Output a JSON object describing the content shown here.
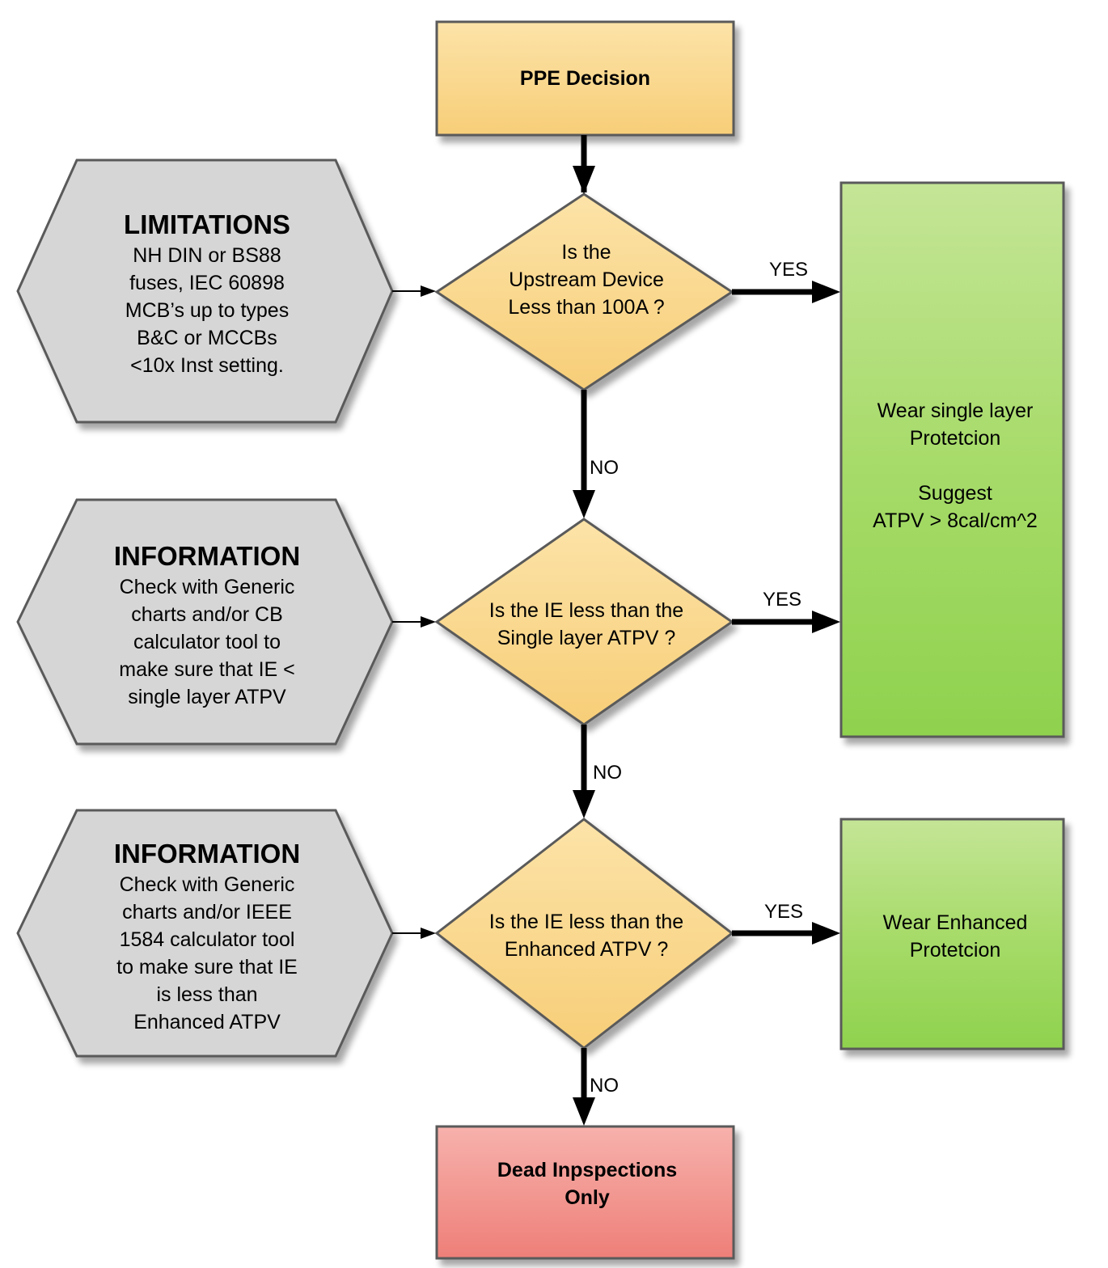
{
  "nodes": {
    "start": {
      "label": "PPE Decision"
    },
    "decision_1": {
      "label": "Is the\nUpstream Device\nLess than 100A ?"
    },
    "decision_2": {
      "label": "Is the IE less than the\nSingle layer ATPV ?"
    },
    "decision_3": {
      "label": "Is the IE less than the\nEnhanced ATPV ?"
    },
    "result_single": {
      "label": "Wear single layer\nProtetcion\n\nSuggest\nATPV > 8cal/cm^2"
    },
    "result_enhanced": {
      "label": "Wear Enhanced\nProtetcion"
    },
    "result_dead": {
      "label": "Dead Inpspections\nOnly"
    }
  },
  "side_notes": {
    "limitations": {
      "heading": "LIMITATIONS",
      "body": "NH DIN or BS88\nfuses, IEC 60898\nMCB’s up to types\nB&C or MCCBs\n<10x Inst setting."
    },
    "information_1": {
      "heading": "INFORMATION",
      "body": "Check with Generic\ncharts and/or CB\ncalculator tool to\nmake sure that IE <\nsingle layer ATPV"
    },
    "information_2": {
      "heading": "INFORMATION",
      "body": "Check with Generic\ncharts and/or IEEE\n1584 calculator tool\nto make sure that IE\nis less than\nEnhanced ATPV"
    }
  },
  "edges": {
    "yes_1": "YES",
    "yes_2": "YES",
    "yes_3": "YES",
    "no_1": "NO",
    "no_2": "NO",
    "no_3": "NO"
  },
  "colors": {
    "orange_top": "#FCE3A8",
    "orange_bottom": "#F7CE78",
    "green_top": "#C4E596",
    "green_bottom": "#8FD24E",
    "grey": "#D6D6D6",
    "red_top": "#F7B1AC",
    "red_bottom": "#EE7F78",
    "border": "#5A5A5A",
    "arrow": "#000000"
  }
}
